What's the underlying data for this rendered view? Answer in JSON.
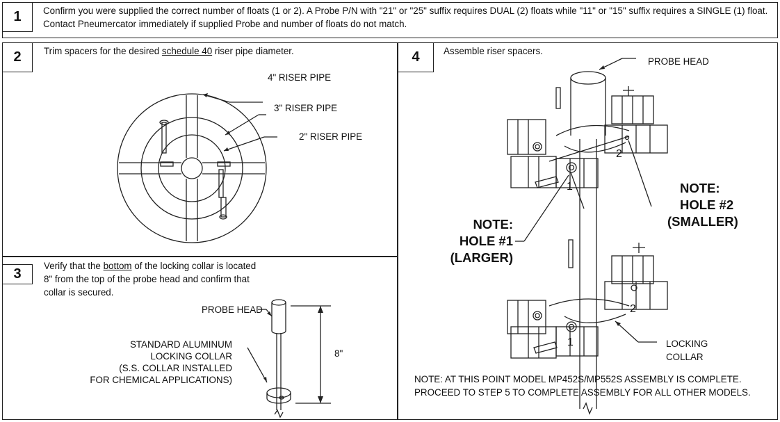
{
  "step1": {
    "number": "1",
    "text": "Confirm you were supplied the correct number of floats (1 or 2). A Probe P/N with \"21\" or \"25\" suffix requires DUAL (2) floats while \"11\" or \"15\"  suffix requires a SINGLE (1) float. Contact Pneumercator immediately if supplied Probe and number of floats do not match."
  },
  "step2": {
    "number": "2",
    "text_before": "Trim spacers for the desired ",
    "text_underlined": "schedule 40",
    "text_after": " riser pipe diameter.",
    "labels": {
      "riser4": "4\" RISER PIPE",
      "riser3": "3\" RISER PIPE",
      "riser2": "2\" RISER PIPE"
    }
  },
  "step3": {
    "number": "3",
    "text_before": "Verify that the ",
    "text_underlined": "bottom",
    "text_after": " of the locking collar is located 8\" from the top of the probe head and confirm that collar is secured.",
    "labels": {
      "probe_head": "PROBE HEAD",
      "collar_line1": "STANDARD ALUMINUM",
      "collar_line2": "LOCKING COLLAR",
      "collar_line3": "(S.S. COLLAR INSTALLED",
      "collar_line4": "FOR CHEMICAL APPLICATIONS)",
      "dimension": "8\""
    }
  },
  "step4": {
    "number": "4",
    "text": "Assemble riser spacers.",
    "labels": {
      "probe_head": "PROBE HEAD",
      "hole1_marker": "1",
      "hole2_marker": "2",
      "lower_hole1_marker": "1",
      "lower_hole2_marker": "2",
      "locking_collar_1": "LOCKING",
      "locking_collar_2": "COLLAR"
    },
    "note_hole1": [
      "NOTE:",
      "HOLE #1",
      "(LARGER)"
    ],
    "note_hole2": [
      "NOTE:",
      "HOLE #2",
      "(SMALLER)"
    ],
    "footer_note": "NOTE: AT THIS POINT MODEL MP452S/MP552S ASSEMBLY IS COMPLETE. PROCEED TO STEP 5 TO COMPLETE ASSEMBLY FOR ALL OTHER MODELS."
  }
}
